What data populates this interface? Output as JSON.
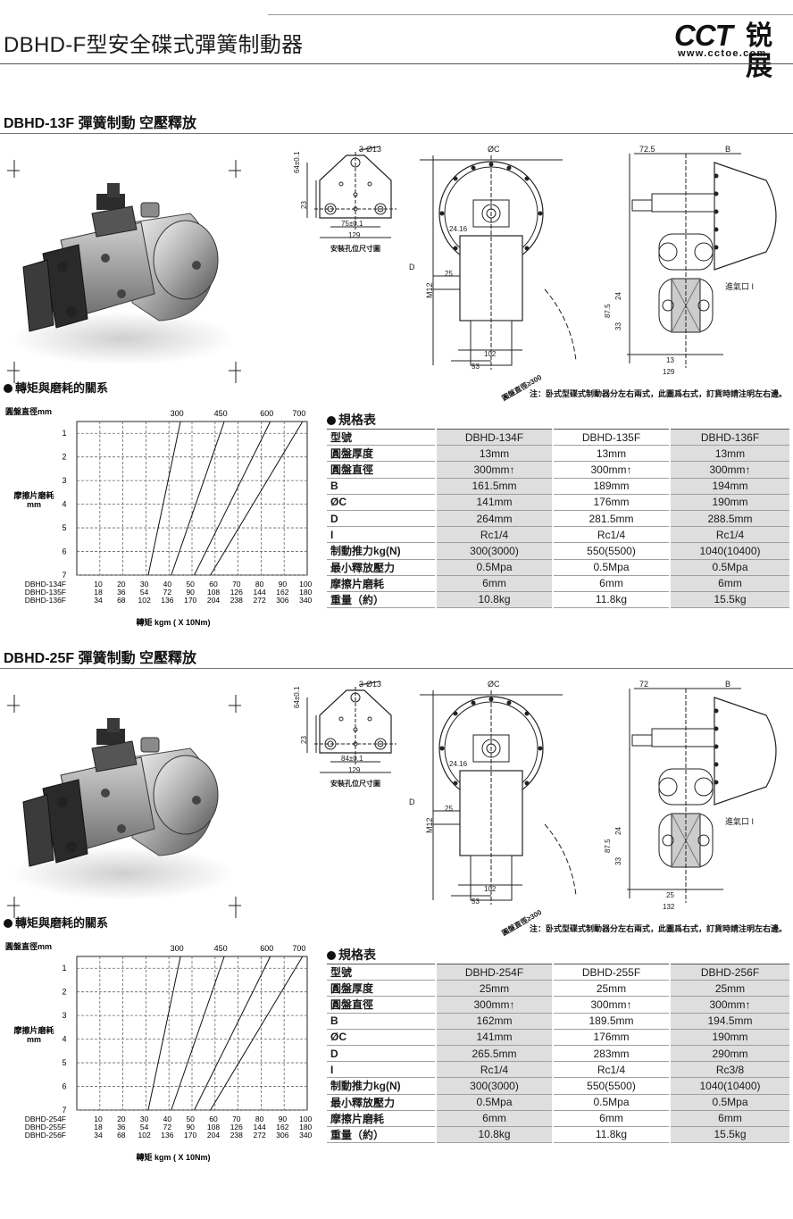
{
  "header": {
    "title": "DBHD-F型安全碟式彈簧制動器",
    "logo_mark": "CCT",
    "logo_cn": "锐展",
    "logo_url": "www.cctoe.com"
  },
  "drawing_labels": {
    "holes": "3-Ø13",
    "dim_64": "64±0.1",
    "dim_23": "23",
    "dim_129": "129",
    "mount_caption": "安裝孔位尺寸圖",
    "oc": "ØC",
    "d": "D",
    "m12": "M12",
    "d_24_16": "24.16",
    "d_25": "25",
    "d_102": "102",
    "d_53": "53",
    "disc_dia": "圓盤直徑≥300",
    "b": "B",
    "d_87_5": "87.5",
    "d_33": "33",
    "d_24": "24",
    "air_inlet": "進氣口 I"
  },
  "sections": [
    {
      "title": "DBHD-13F 彈簧制動  空壓釋放",
      "relation_title": "轉矩與磨耗的關系",
      "note": "注：卧式型碟式制動器分左右兩式，此圖爲右式，訂貨時請注明左右邊。",
      "drawing": {
        "mount_span": "75±0.1",
        "side_top": "72.5",
        "side_bottom": "129",
        "side_small": "13"
      },
      "chart_data": {
        "type": "line",
        "title": "",
        "ylabel_top": "圓盤直徑mm",
        "ylabel": "摩擦片磨耗 mm",
        "xlabel": "轉矩  kgm ( X 10Nm)",
        "yticks": [
          1,
          2,
          3,
          4,
          5,
          6,
          7
        ],
        "ylim": [
          0.5,
          7
        ],
        "series": [
          {
            "name": "300",
            "x": [
              31,
              45
            ]
          },
          {
            "name": "450",
            "x": [
              41,
              64
            ]
          },
          {
            "name": "600",
            "x": [
              51,
              84
            ]
          },
          {
            "name": "700",
            "x": [
              58,
              98
            ]
          }
        ],
        "x_rows": [
          {
            "label": "DBHD-134F",
            "values": [
              "10",
              "20",
              "30",
              "40",
              "50",
              "60",
              "70",
              "80",
              "90",
              "100"
            ]
          },
          {
            "label": "DBHD-135F",
            "values": [
              "18",
              "36",
              "54",
              "72",
              "90",
              "108",
              "126",
              "144",
              "162",
              "180"
            ]
          },
          {
            "label": "DBHD-136F",
            "values": [
              "34",
              "68",
              "102",
              "136",
              "170",
              "204",
              "238",
              "272",
              "306",
              "340"
            ]
          }
        ],
        "xlim": [
          0,
          100
        ]
      },
      "spec": {
        "title": "規格表",
        "columns": [
          "型號",
          "DBHD-134F",
          "DBHD-135F",
          "DBHD-136F"
        ],
        "rows": [
          [
            "圓盤厚度",
            "13mm",
            "13mm",
            "13mm"
          ],
          [
            "圓盤直徑",
            "300mm↑",
            "300mm↑",
            "300mm↑"
          ],
          [
            "B",
            "161.5mm",
            "189mm",
            "194mm"
          ],
          [
            "ØC",
            "141mm",
            "176mm",
            "190mm"
          ],
          [
            "D",
            "264mm",
            "281.5mm",
            "288.5mm"
          ],
          [
            "I",
            "Rc1/4",
            "Rc1/4",
            "Rc1/4"
          ],
          [
            "制動推力kg(N)",
            "300(3000)",
            "550(5500)",
            "1040(10400)"
          ],
          [
            "最小釋放壓力",
            "0.5Mpa",
            "0.5Mpa",
            "0.5Mpa"
          ],
          [
            "摩擦片磨耗",
            "6mm",
            "6mm",
            "6mm"
          ],
          [
            "重量（約）",
            "10.8kg",
            "11.8kg",
            "15.5kg"
          ]
        ]
      }
    },
    {
      "title": "DBHD-25F 彈簧制動  空壓釋放",
      "relation_title": "轉矩與磨耗的關系",
      "note": "注：卧式型碟式制動器分左右兩式，此圖爲右式，訂貨時請注明左右邊。",
      "drawing": {
        "mount_span": "84±0.1",
        "side_top": "72",
        "side_bottom": "132",
        "side_small": "25"
      },
      "chart_data": {
        "type": "line",
        "title": "",
        "ylabel_top": "圓盤直徑mm",
        "ylabel": "摩擦片磨耗 mm",
        "xlabel": "轉矩  kgm ( X 10Nm)",
        "yticks": [
          1,
          2,
          3,
          4,
          5,
          6,
          7
        ],
        "ylim": [
          0.5,
          7
        ],
        "series": [
          {
            "name": "300",
            "x": [
              31,
              45
            ]
          },
          {
            "name": "450",
            "x": [
              41,
              64
            ]
          },
          {
            "name": "600",
            "x": [
              51,
              84
            ]
          },
          {
            "name": "700",
            "x": [
              58,
              98
            ]
          }
        ],
        "x_rows": [
          {
            "label": "DBHD-254F",
            "values": [
              "10",
              "20",
              "30",
              "40",
              "50",
              "60",
              "70",
              "80",
              "90",
              "100"
            ]
          },
          {
            "label": "DBHD-255F",
            "values": [
              "18",
              "36",
              "54",
              "72",
              "90",
              "108",
              "126",
              "144",
              "162",
              "180"
            ]
          },
          {
            "label": "DBHD-256F",
            "values": [
              "34",
              "68",
              "102",
              "136",
              "170",
              "204",
              "238",
              "272",
              "306",
              "340"
            ]
          }
        ],
        "xlim": [
          0,
          100
        ]
      },
      "spec": {
        "title": "規格表",
        "columns": [
          "型號",
          "DBHD-254F",
          "DBHD-255F",
          "DBHD-256F"
        ],
        "rows": [
          [
            "圓盤厚度",
            "25mm",
            "25mm",
            "25mm"
          ],
          [
            "圓盤直徑",
            "300mm↑",
            "300mm↑",
            "300mm↑"
          ],
          [
            "B",
            "162mm",
            "189.5mm",
            "194.5mm"
          ],
          [
            "ØC",
            "141mm",
            "176mm",
            "190mm"
          ],
          [
            "D",
            "265.5mm",
            "283mm",
            "290mm"
          ],
          [
            "I",
            "Rc1/4",
            "Rc1/4",
            "Rc3/8"
          ],
          [
            "制動推力kg(N)",
            "300(3000)",
            "550(5500)",
            "1040(10400)"
          ],
          [
            "最小釋放壓力",
            "0.5Mpa",
            "0.5Mpa",
            "0.5Mpa"
          ],
          [
            "摩擦片磨耗",
            "6mm",
            "6mm",
            "6mm"
          ],
          [
            "重量（約）",
            "10.8kg",
            "11.8kg",
            "15.5kg"
          ]
        ]
      }
    }
  ]
}
